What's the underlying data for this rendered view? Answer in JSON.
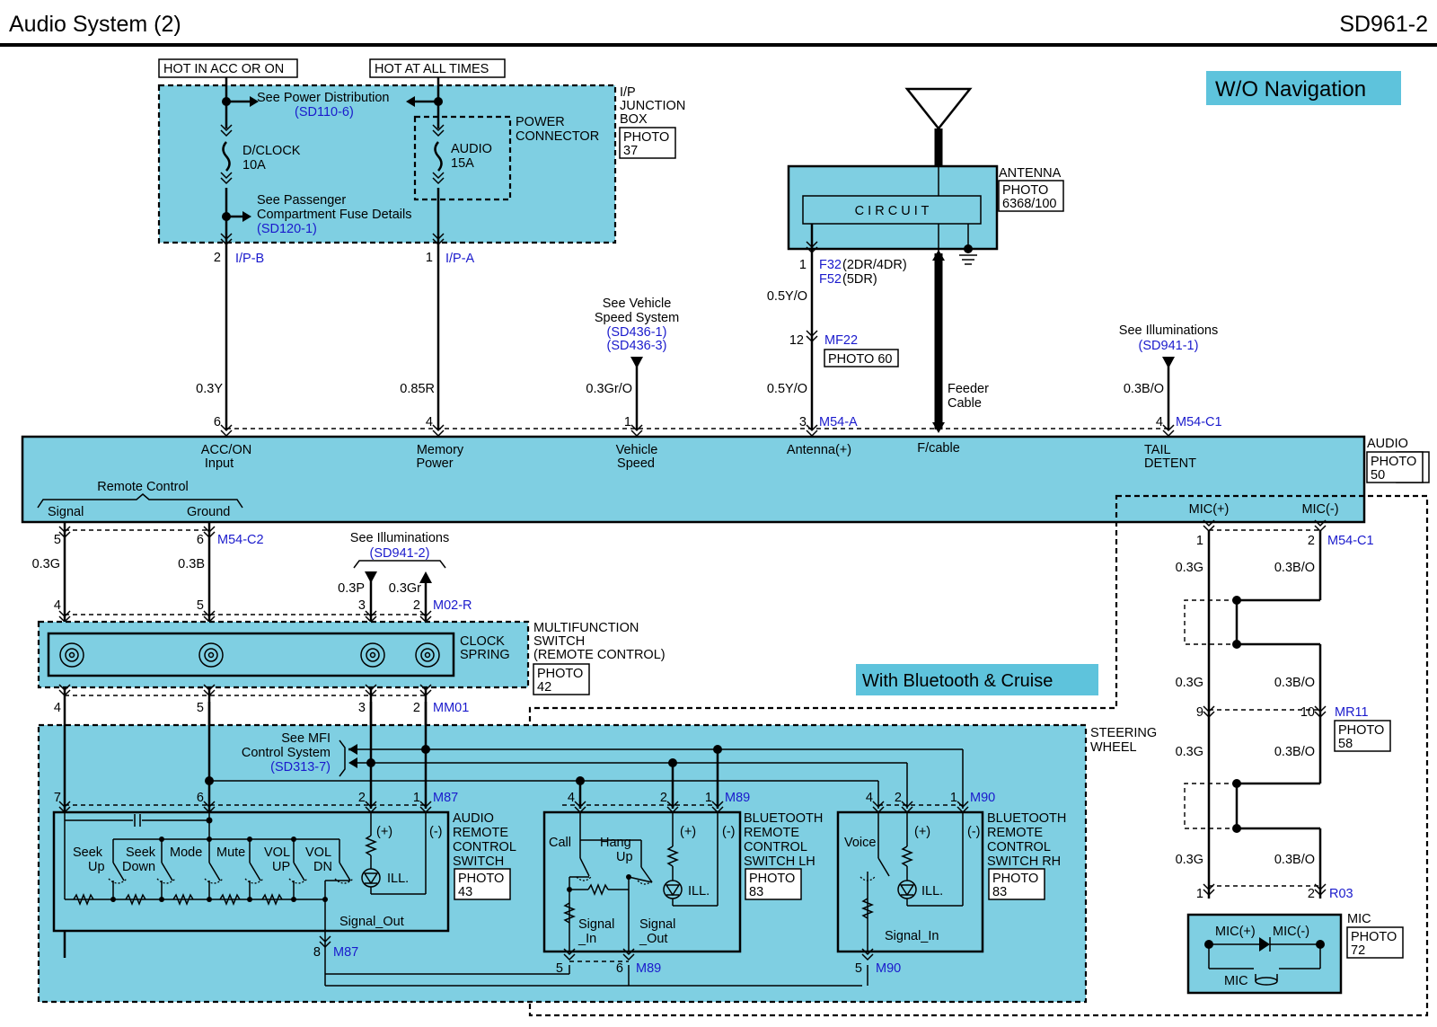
{
  "header": {
    "title": "Audio System (2)",
    "code": "SD961-2"
  },
  "banners": {
    "wo_navigation": "W/O Navigation",
    "bluetooth": "With Bluetooth & Cruise"
  },
  "power": {
    "hot_acc": "HOT IN ACC OR ON",
    "hot_all": "HOT AT ALL TIMES"
  },
  "junction_box": {
    "name": [
      "I/P",
      "JUNCTION",
      "BOX"
    ],
    "photo": [
      "PHOTO",
      "37"
    ],
    "power_dist": "See Power Distribution",
    "power_dist_ref": "(SD110-6)",
    "power_connector": [
      "POWER",
      "CONNECTOR"
    ],
    "dclock": [
      "D/CLOCK",
      "10A"
    ],
    "audio_fuse": [
      "AUDIO",
      "15A"
    ],
    "passenger": [
      "See  Passenger",
      "Compartment Fuse Details"
    ],
    "passenger_ref": "(SD120-1)",
    "pin_b": "2",
    "conn_b": "I/P-B",
    "pin_a": "1",
    "conn_a": "I/P-A"
  },
  "antenna": {
    "circuit": "C I R C U I T",
    "name": "ANTENNA",
    "photo": [
      "PHOTO",
      "6368/100"
    ],
    "pin": "1",
    "conn1": "F32",
    "conn1_note": "(2DR/4DR)",
    "conn2": "F52",
    "conn2_note": "(5DR)",
    "wire1": "0.5Y/O",
    "mf22_pin": "12",
    "mf22": "MF22",
    "mf22_photo": "PHOTO 60",
    "wire2": "0.5Y/O",
    "feeder": [
      "Feeder",
      "Cable"
    ]
  },
  "vehicle_speed": {
    "see": [
      "See Vehicle",
      "Speed System"
    ],
    "refs": [
      "(SD436-1)",
      "(SD436-3)"
    ],
    "wire": "0.3Gr/O"
  },
  "illum_top": {
    "see": "See Illuminations",
    "ref": "(SD941-1)",
    "wire": "0.3B/O"
  },
  "wires_top": {
    "acc": "0.3Y",
    "mem": "0.85R"
  },
  "audio_unit": {
    "name": "AUDIO",
    "photo": [
      "PHOTO",
      "50"
    ],
    "pins": [
      "6",
      "4",
      "1",
      "3",
      "4"
    ],
    "conn_a": "M54-A",
    "conn_c1": "M54-C1",
    "labels": {
      "acc": [
        "ACC/ON",
        "Input"
      ],
      "mem": [
        "Memory",
        "Power"
      ],
      "speed": [
        "Vehicle",
        "Speed"
      ],
      "ant": "Antenna(+)",
      "fcable": "F/cable",
      "tail": [
        "TAIL",
        "DETENT"
      ]
    },
    "remote_control": "Remote Control",
    "signal": "Signal",
    "ground": "Ground",
    "mic_plus": "MIC(+)",
    "mic_minus": "MIC(-)"
  },
  "lower_left": {
    "pins_c2": [
      "5",
      "6"
    ],
    "conn_c2": "M54-C2",
    "wires": [
      "0.3G",
      "0.3B"
    ],
    "illum": "See Illuminations",
    "illum_ref": "(SD941-2)",
    "illum_wires": [
      "0.3P",
      "0.3Gr"
    ],
    "pins_m02": [
      "4",
      "5",
      "3",
      "2"
    ],
    "conn_m02": "M02-R",
    "clock_spring": [
      "CLOCK",
      "SPRING"
    ],
    "mfs": [
      "MULTIFUNCTION",
      "SWITCH",
      "(REMOTE CONTROL)"
    ],
    "mfs_photo": [
      "PHOTO",
      "42"
    ],
    "pins_mm01": [
      "4",
      "5",
      "3",
      "2"
    ],
    "conn_mm01": "MM01"
  },
  "steering": {
    "name": [
      "STEERING",
      "WHEEL"
    ],
    "mfi": [
      "See MFI",
      "Control System"
    ],
    "mfi_ref": "(SD313-7)",
    "m87_pins": [
      "7",
      "6",
      "2",
      "1"
    ],
    "m87": "M87",
    "audio_switch": [
      "AUDIO",
      "REMOTE",
      "CONTROL",
      "SWITCH"
    ],
    "audio_switch_photo": [
      "PHOTO",
      "43"
    ],
    "buttons": [
      "Seek",
      "Up",
      "Seek",
      "Down",
      "Mode",
      "Mute",
      "VOL",
      "UP",
      "VOL",
      "DN"
    ],
    "plus": "(+)",
    "minus": "(-)",
    "ill": "ILL.",
    "signal_out": "Signal_Out",
    "m87_out_pin": "8",
    "m89_pins": [
      "4",
      "2",
      "1"
    ],
    "m89": "M89",
    "bt_lh": [
      "BLUETOOTH",
      "REMOTE",
      "CONTROL",
      "SWITCH LH"
    ],
    "bt_lh_photo": [
      "PHOTO",
      "83"
    ],
    "call": "Call",
    "hang": [
      "Hang",
      "Up"
    ],
    "sig_in": [
      "Signal",
      "_In"
    ],
    "sig_out": [
      "Signal",
      "_Out"
    ],
    "m89_out_pins": [
      "5",
      "6"
    ],
    "m90_pins": [
      "4",
      "2",
      "1"
    ],
    "m90": "M90",
    "bt_rh": [
      "BLUETOOTH",
      "REMOTE",
      "CONTROL",
      "SWITCH RH"
    ],
    "bt_rh_photo": [
      "PHOTO",
      "83"
    ],
    "voice": "Voice",
    "signal_in": "Signal_In",
    "m90_out_pin": "5"
  },
  "mic": {
    "pins_c1": [
      "1",
      "2"
    ],
    "conn_c1": "M54-C1",
    "wires": [
      "0.3G",
      "0.3B/O"
    ],
    "wires2": [
      "0.3G",
      "0.3B/O"
    ],
    "wires3": [
      "0.3G",
      "0.3B/O"
    ],
    "wires4": [
      "0.3G",
      "0.3B/O"
    ],
    "mr11_pins": [
      "9",
      "10"
    ],
    "mr11": "MR11",
    "mr11_photo": [
      "PHOTO",
      "58"
    ],
    "r03_pins": [
      "1",
      "2"
    ],
    "r03": "R03",
    "name": "MIC",
    "photo": [
      "PHOTO",
      "72"
    ],
    "plus": "MIC(+)",
    "minus": "MIC(-)",
    "mic": "MIC"
  }
}
